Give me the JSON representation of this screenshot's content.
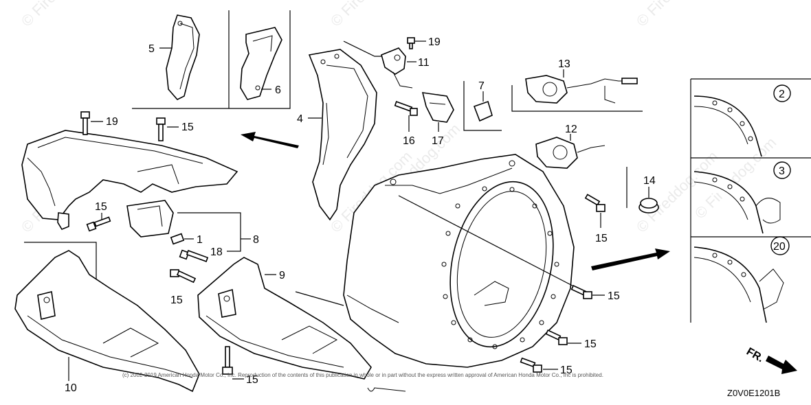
{
  "watermarks": [
    "© Fireddog.com",
    "© Fireddog.com",
    "© Fireddog.com",
    "© Fireddog.com",
    "© Fireddog.com",
    "© Fireddog.com",
    "© Fireddog.com",
    "© Fireddog.com"
  ],
  "callouts": {
    "c1": "1",
    "c4": "4",
    "c5": "5",
    "c6": "6",
    "c7": "7",
    "c8": "8",
    "c9": "9",
    "c10": "10",
    "c11": "11",
    "c12": "12",
    "c13": "13",
    "c14": "14",
    "c15a": "15",
    "c15b": "15",
    "c15c": "15",
    "c15d": "15",
    "c15e": "15",
    "c15f": "15",
    "c15g": "15",
    "c15h": "15",
    "c16": "16",
    "c17": "17",
    "c18": "18",
    "c19a": "19",
    "c19b": "19"
  },
  "variants": [
    "2",
    "3",
    "20"
  ],
  "front_indicator": "FR.",
  "copyright": "(c) 2002-2019 American Honda Motor Co., Inc. Reproduction of the contents of this publication in whole or in part without the express written approval of American Honda Motor Co., Inc is prohibited.",
  "diagram_code": "Z0V0E1201B"
}
